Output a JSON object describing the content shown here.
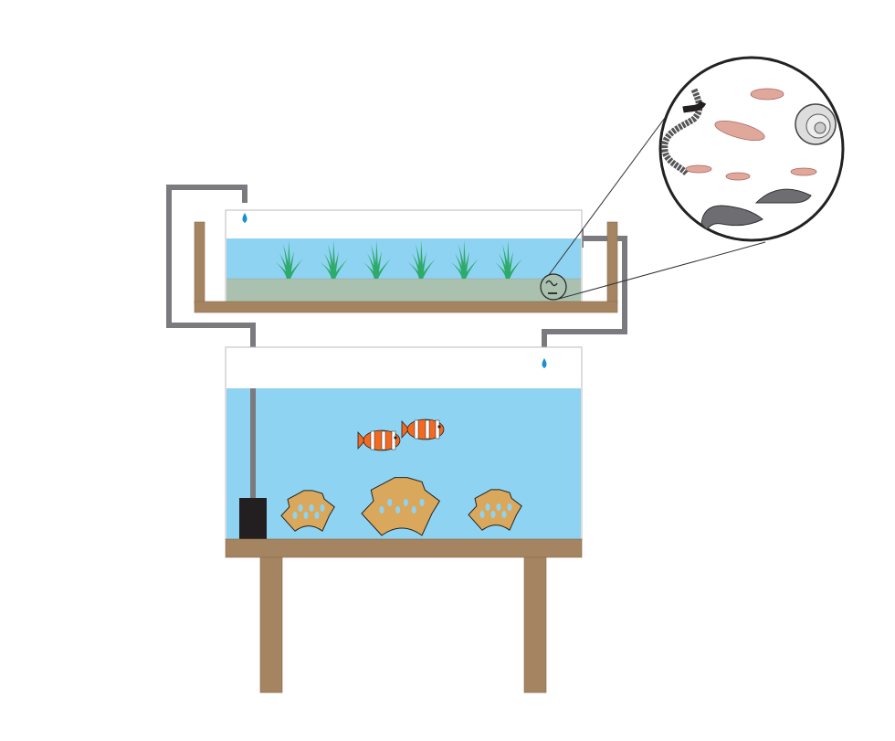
{
  "diagram": {
    "colors": {
      "water": "#8fd3f2",
      "substrate": "#a9c1ae",
      "wood": "#a58462",
      "pipe": "#7b7b7f",
      "plant": "#2eaa6a",
      "coral": "#d9a85c",
      "clownfish": "#f26a21",
      "pump": "#231f20",
      "drop": "#1b8fd1",
      "shrimp": "#e0a89a",
      "worm": "#555558"
    },
    "components": [
      {
        "name": "upper-refugium-tank",
        "icon": "tank-icon"
      },
      {
        "name": "macroalgae-plants",
        "count": 6
      },
      {
        "name": "lower-display-tank",
        "icon": "tank-icon"
      },
      {
        "name": "clownfish",
        "count": 2
      },
      {
        "name": "corals",
        "count": 3
      },
      {
        "name": "return-pump",
        "icon": "pump-icon"
      },
      {
        "name": "magnified-microfauna",
        "items": [
          "worm",
          "shrimp",
          "snail",
          "larva"
        ]
      }
    ]
  }
}
